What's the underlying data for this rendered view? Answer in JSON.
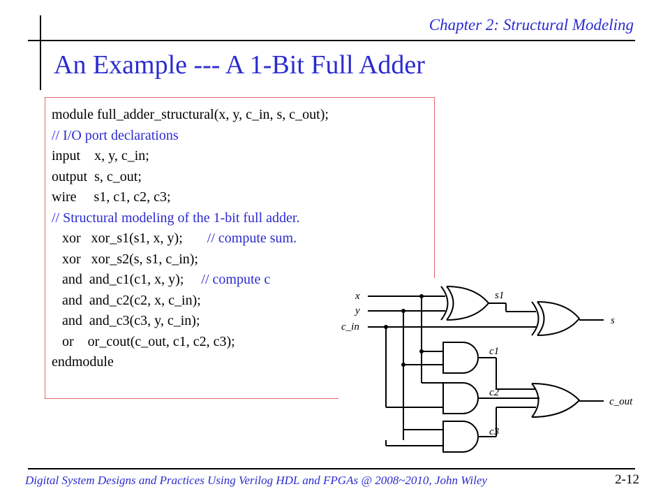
{
  "header": {
    "chapter": "Chapter 2: Structural Modeling"
  },
  "title": "An Example --- A 1-Bit Full Adder",
  "code": {
    "lines": [
      {
        "text": "module full_adder_structural(x, y, c_in, s, c_out);",
        "type": "code"
      },
      {
        "text": "// I/O port declarations",
        "type": "comment"
      },
      {
        "text": "input    x, y, c_in;",
        "type": "code"
      },
      {
        "text": "output  s, c_out;",
        "type": "code"
      },
      {
        "text": "wire     s1, c1, c2, c3;",
        "type": "code"
      },
      {
        "text": "// Structural modeling of the 1-bit full adder.",
        "type": "comment"
      },
      {
        "text": "   xor   xor_s1(s1, x, y);",
        "type": "code",
        "comment": "       // compute sum."
      },
      {
        "text": "   xor   xor_s2(s, s1, c_in);",
        "type": "code"
      },
      {
        "text": "   and  and_c1(c1, x, y);",
        "type": "code",
        "comment": "     // compute c"
      },
      {
        "text": "   and  and_c2(c2, x, c_in);",
        "type": "code"
      },
      {
        "text": "   and  and_c3(c3, y, c_in);",
        "type": "code"
      },
      {
        "text": "   or    or_cout(c_out, c1, c2, c3);",
        "type": "code"
      },
      {
        "text": "endmodule",
        "type": "code"
      }
    ]
  },
  "circuit": {
    "inputs": [
      "x",
      "y",
      "c_in"
    ],
    "wires": [
      "s1",
      "c1",
      "c2",
      "c3"
    ],
    "outputs": [
      "s",
      "c_out"
    ]
  },
  "footer": {
    "citation": "Digital System Designs and Practices Using Verilog HDL and FPGAs @ 2008~2010, John Wiley",
    "page": "2-12"
  }
}
